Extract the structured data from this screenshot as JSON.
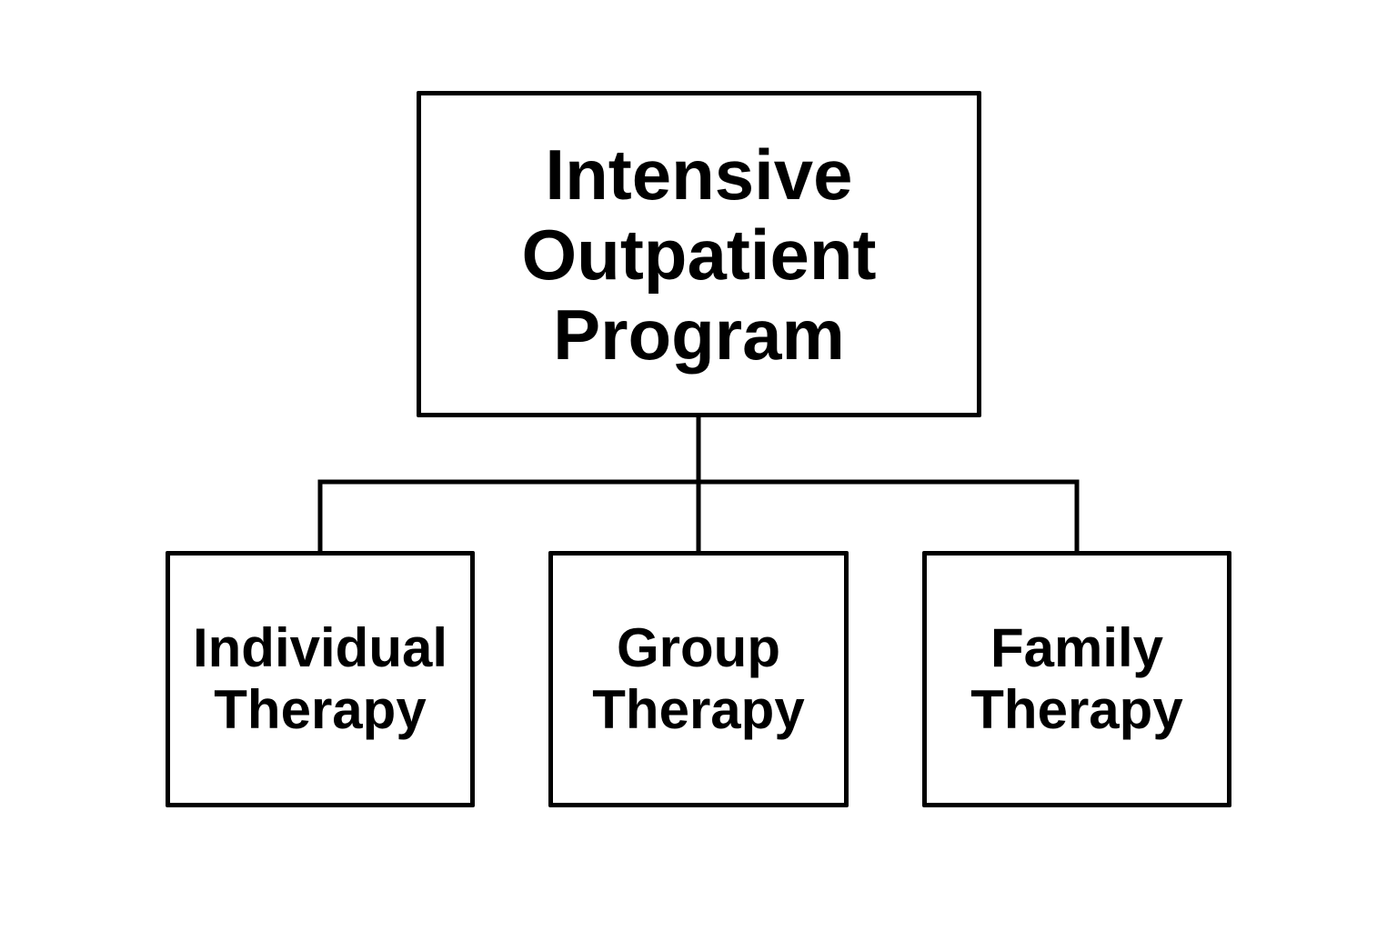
{
  "diagram": {
    "root": {
      "lines": [
        "Intensive",
        "Outpatient",
        "Program"
      ]
    },
    "children": [
      {
        "lines": [
          "Individual",
          "Therapy"
        ]
      },
      {
        "lines": [
          "Group",
          "Therapy"
        ]
      },
      {
        "lines": [
          "Family",
          "Therapy"
        ]
      }
    ],
    "colors": {
      "stroke": "#000000",
      "background": "#ffffff",
      "text": "#000000"
    }
  }
}
